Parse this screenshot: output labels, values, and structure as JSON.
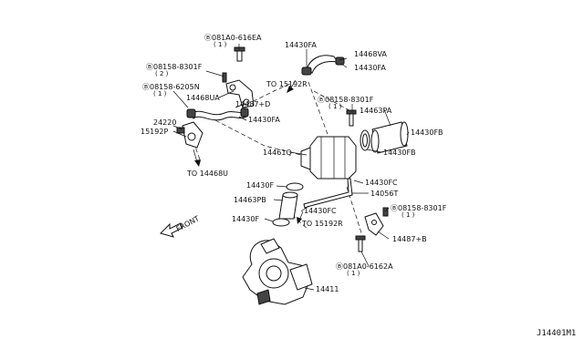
{
  "labels": {
    "bolt_616ea": "Ⓑ081A0-616EA",
    "bolt_616ea_qty": "( 1 )",
    "p14430fa_top": "14430FA",
    "p14468va": "14468VA",
    "p14430fa_right": "14430FA",
    "bolt_8301f_left": "Ⓑ08158-8301F",
    "bolt_8301f_left_qty": "( 2 )",
    "to_15192r_top": "TO 15192R",
    "bolt_6205n": "Ⓑ08158-6205N",
    "bolt_6205n_qty": "( 1 )",
    "p14468ua": "14468UA",
    "p14487d": "14487+D",
    "bolt_8301f_mid": "Ⓑ08158-8301F",
    "bolt_8301f_mid_qty": "( 1 )",
    "p14463pa": "14463PA",
    "p14430fb_right": "14430FB",
    "p14430fa_mid": "14430FA",
    "p24220": "24220",
    "p15192p": "15192P",
    "p14461q": "14461Q",
    "p14430fb_lower": "14430FB",
    "to_14468u": "TO 14468U",
    "p14430fc_right": "14430FC",
    "p14430f_mid": "14430F",
    "p14056t": "14056T",
    "p14463pb": "14463PB",
    "bolt_8301f_low": "Ⓑ08158-8301F",
    "bolt_8301f_low_qty": "( 1 )",
    "p14430fc_lower": "14430FC",
    "p14430f_lower": "14430F",
    "to_15192r_lower": "TO 15192R",
    "front": "FRONT",
    "p14487b": "14487+B",
    "bolt_6162a": "Ⓑ081A0-6162A",
    "bolt_6162a_qty": "( 1 )",
    "p14411": "14411",
    "diagram_code": "J14401M1"
  }
}
